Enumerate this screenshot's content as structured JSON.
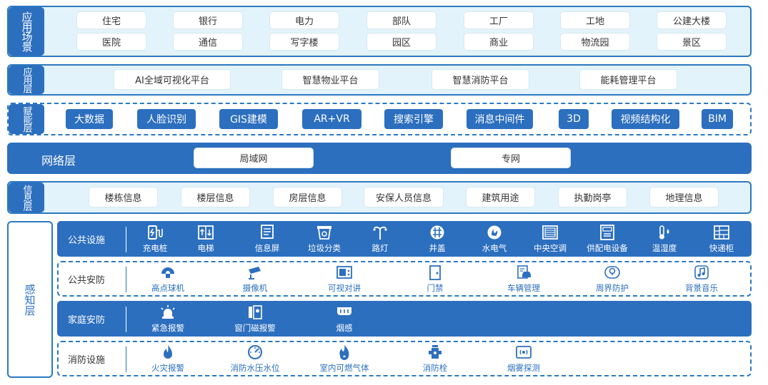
{
  "application_scene": {
    "label": "应用场景",
    "row1": [
      "住宅",
      "银行",
      "电力",
      "部队",
      "工厂",
      "工地",
      "公建大楼"
    ],
    "row2": [
      "医院",
      "通信",
      "写字楼",
      "园区",
      "商业",
      "物流园",
      "景区"
    ]
  },
  "application_layer": {
    "label": "应用层",
    "items": [
      "AI全域可视化平台",
      "智慧物业平台",
      "智慧消防平台",
      "能耗管理平台"
    ]
  },
  "enabling_layer": {
    "label": "赋能层",
    "items": [
      "大数据",
      "人脸识别",
      "GIS建模",
      "AR+VR",
      "搜索引擎",
      "消息中间件",
      "3D",
      "视频结构化",
      "BIM"
    ]
  },
  "network_layer": {
    "label": "网络层",
    "items": [
      "局域网",
      "专网"
    ]
  },
  "information_layer": {
    "label": "信息层",
    "items": [
      "楼栋信息",
      "楼层信息",
      "房层信息",
      "安保人员信息",
      "建筑用途",
      "执勤岗亭",
      "地理信息"
    ]
  },
  "perception_layer": {
    "label": "感知层",
    "groups": [
      {
        "label": "公共设施",
        "items": [
          {
            "label": "充电桩",
            "icon": "charging-pile-icon"
          },
          {
            "label": "电梯",
            "icon": "elevator-icon"
          },
          {
            "label": "信息屏",
            "icon": "info-screen-icon"
          },
          {
            "label": "垃圾分类",
            "icon": "garbage-sorting-icon"
          },
          {
            "label": "路灯",
            "icon": "street-light-icon"
          },
          {
            "label": "井盖",
            "icon": "manhole-cover-icon"
          },
          {
            "label": "水电气",
            "icon": "utilities-icon"
          },
          {
            "label": "中央空调",
            "icon": "central-ac-icon"
          },
          {
            "label": "供配电设备",
            "icon": "power-distribution-icon"
          },
          {
            "label": "温湿度",
            "icon": "temperature-humidity-icon"
          },
          {
            "label": "快递柜",
            "icon": "parcel-locker-icon"
          }
        ]
      },
      {
        "label": "公共安防",
        "items": [
          {
            "label": "高点球机",
            "icon": "dome-camera-icon"
          },
          {
            "label": "摄像机",
            "icon": "camera-icon"
          },
          {
            "label": "可视对讲",
            "icon": "video-intercom-icon"
          },
          {
            "label": "门禁",
            "icon": "access-control-icon"
          },
          {
            "label": "车辆管理",
            "icon": "vehicle-management-icon"
          },
          {
            "label": "周界防护",
            "icon": "perimeter-protection-icon"
          },
          {
            "label": "背景音乐",
            "icon": "background-music-icon"
          }
        ]
      },
      {
        "label": "家庭安防",
        "items": [
          {
            "label": "紧急报警",
            "icon": "emergency-alarm-icon"
          },
          {
            "label": "窗门磁报警",
            "icon": "door-window-sensor-icon"
          },
          {
            "label": "烟感",
            "icon": "smoke-detector-icon"
          }
        ]
      },
      {
        "label": "消防设施",
        "items": [
          {
            "label": "火灾报警",
            "icon": "fire-alarm-icon"
          },
          {
            "label": "消防水压水位",
            "icon": "water-pressure-gauge-icon"
          },
          {
            "label": "室内可燃气体",
            "icon": "gas-detector-icon"
          },
          {
            "label": "消防栓",
            "icon": "fire-hydrant-icon"
          },
          {
            "label": "烟雾探测",
            "icon": "smoke-sensor-icon"
          }
        ]
      }
    ]
  },
  "colors": {
    "primary_blue": "#2c6fbf",
    "light_panel": "#e2f3fb",
    "border_blue": "#2b79c2"
  }
}
